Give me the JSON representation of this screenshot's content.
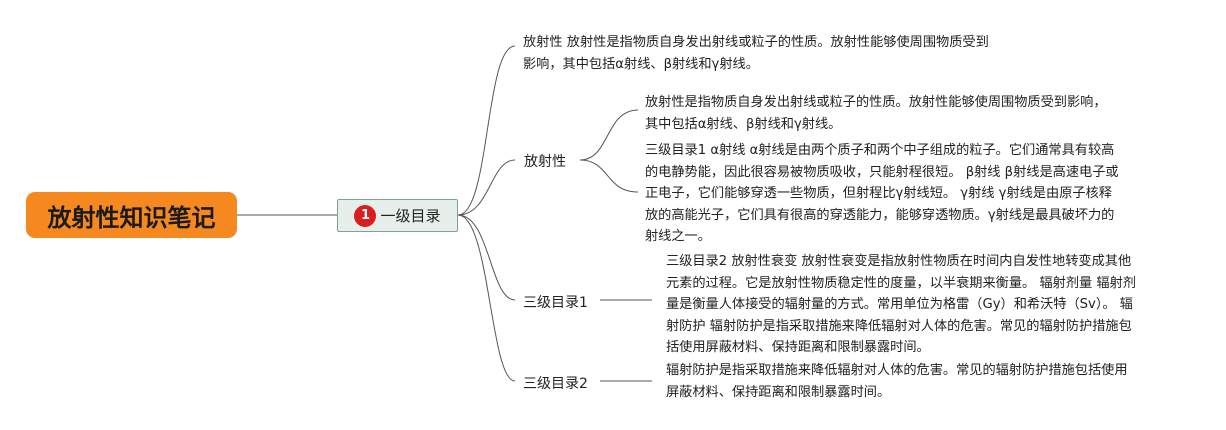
{
  "root": {
    "title": "放射性知识笔记"
  },
  "level1": {
    "badge": "1",
    "label": "一级目录"
  },
  "branch_top": {
    "lines": [
      "放射性 放射性是指物质自身发出射线或粒子的性质。放射性能够使周围物质受到",
      "影响，其中包括α射线、β射线和γ射线。"
    ]
  },
  "branch_fangshexing": {
    "label": "放射性",
    "child1": {
      "lines": [
        "放射性是指物质自身发出射线或粒子的性质。放射性能够使周围物质受到影响，",
        "其中包括α射线、β射线和γ射线。"
      ]
    },
    "child2": {
      "lines": [
        "三级目录1 α射线 α射线是由两个质子和两个中子组成的粒子。它们通常具有较高",
        "的电静势能，因此很容易被物质吸收，只能射程很短。 β射线 β射线是高速电子或",
        "正电子，它们能够穿透一些物质，但射程比γ射线短。 γ射线 γ射线是由原子核释",
        "放的高能光子，它们具有很高的穿透能力，能够穿透物质。γ射线是最具破坏力的",
        "射线之一。"
      ]
    }
  },
  "branch_level3_1": {
    "label": "三级目录1",
    "child": {
      "lines": [
        "三级目录2 放射性衰变 放射性衰变是指放射性物质在时间内自发性地转变成其他",
        "元素的过程。它是放射性物质稳定性的度量，以半衰期来衡量。 辐射剂量 辐射剂",
        "量是衡量人体接受的辐射量的方式。常用单位为格雷（Gy）和希沃特（Sv）。 辐",
        "射防护 辐射防护是指采取措施来降低辐射对人体的危害。常见的辐射防护措施包",
        "括使用屏蔽材料、保持距离和限制暴露时间。"
      ]
    }
  },
  "branch_level3_2": {
    "label": "三级目录2",
    "child": {
      "lines": [
        "辐射防护是指采取措施来降低辐射对人体的危害。常见的辐射防护措施包括使用",
        "屏蔽材料、保持距离和限制暴露时间。"
      ]
    }
  },
  "colors": {
    "root_fill": "#f5881f",
    "level1_fill": "#e7efea",
    "level1_border": "#7aa395",
    "badge": "#d81e1e",
    "line": "#555555"
  }
}
